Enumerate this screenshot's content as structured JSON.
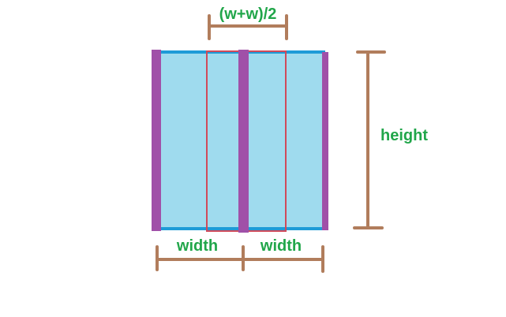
{
  "labels": {
    "average_width": "(w+w)/2",
    "height": "height",
    "width_left": "width",
    "width_right": "width"
  },
  "colors": {
    "background": "#ffffff",
    "panel_fill": "#9fdbee",
    "panel_border": "#1e9bd7",
    "post": "#a050a8",
    "average_outline": "#d04a5a",
    "dimension_line": "#b17d5c",
    "label_text": "#21a64a"
  }
}
